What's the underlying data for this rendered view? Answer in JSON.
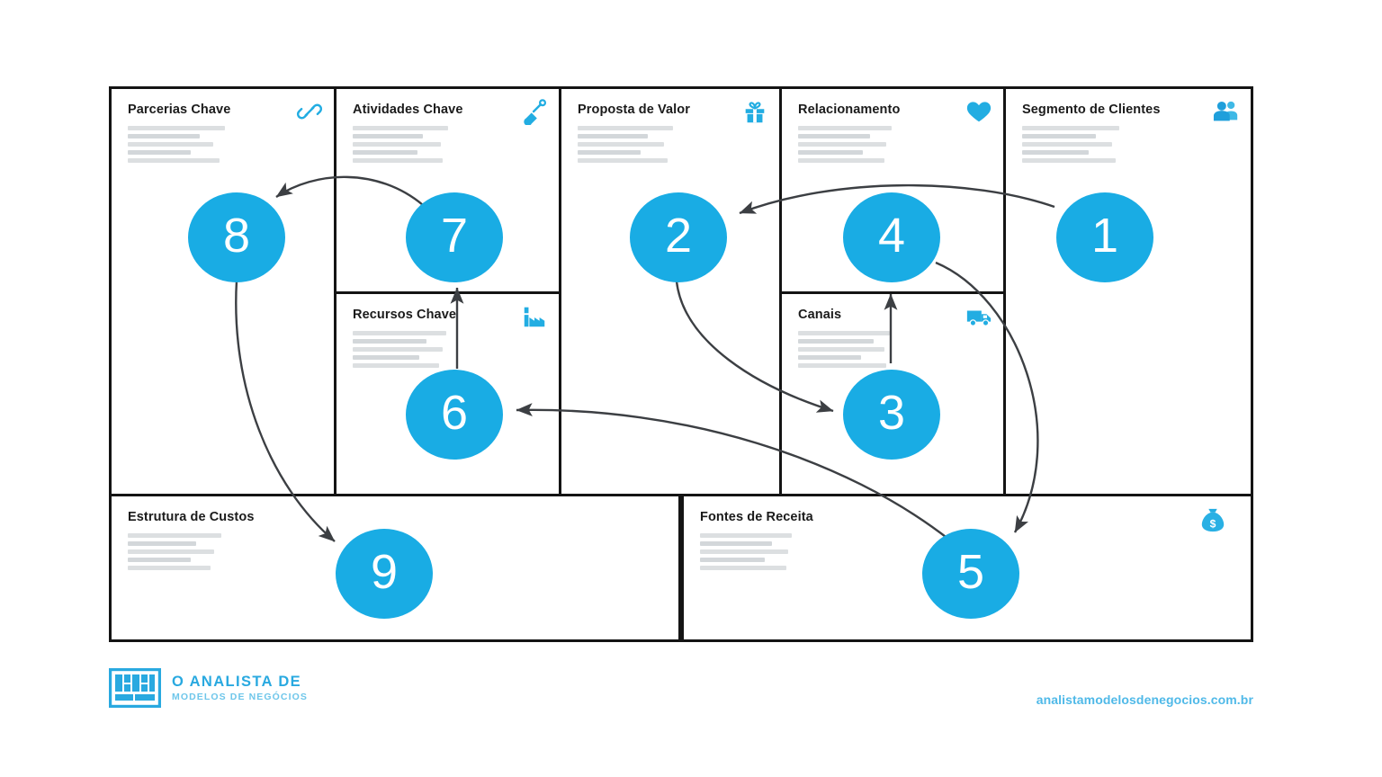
{
  "canvas": {
    "title": "Business Model Canvas",
    "accent_color": "#19ace4",
    "border_color": "#141414",
    "placeholder_color": "#dcdfe1",
    "blocks": [
      {
        "id": "key-partners",
        "title": "Parcerias Chave",
        "icon": "chain-link-icon",
        "number": "8",
        "lines": 5
      },
      {
        "id": "key-activities",
        "title": "Atividades Chave",
        "icon": "shovel-icon",
        "number": "7",
        "lines": 5
      },
      {
        "id": "key-resources",
        "title": "Recursos Chave",
        "icon": "factory-icon",
        "number": "6",
        "lines": 5
      },
      {
        "id": "value-proposition",
        "title": "Proposta de Valor",
        "icon": "gift-icon",
        "number": "2",
        "lines": 5
      },
      {
        "id": "relationships",
        "title": "Relacionamento",
        "icon": "heart-icon",
        "number": "4",
        "lines": 5
      },
      {
        "id": "channels",
        "title": "Canais",
        "icon": "truck-icon",
        "number": "3",
        "lines": 5
      },
      {
        "id": "customer-segments",
        "title": "Segmento de Clientes",
        "icon": "people-icon",
        "number": "1",
        "lines": 5
      },
      {
        "id": "cost-structure",
        "title": "Estrutura de Custos",
        "icon": "price-tag-icon",
        "number": "9",
        "lines": 5
      },
      {
        "id": "revenue-streams",
        "title": "Fontes de Receita",
        "icon": "money-bag-icon",
        "number": "5",
        "lines": 5
      }
    ],
    "sequence": [
      "1",
      "2",
      "3",
      "4",
      "5",
      "6",
      "7",
      "8",
      "9"
    ],
    "flow": [
      {
        "from": "1",
        "to": "2",
        "label": "segmento-de-clientes-para-proposta-de-valor"
      },
      {
        "from": "2",
        "to": "3",
        "label": "proposta-de-valor-para-canais"
      },
      {
        "from": "3",
        "to": "5",
        "label": "canais-para-fontes-de-receita"
      },
      {
        "from": "4",
        "to": "5",
        "label": "relacionamento-para-fontes-de-receita"
      },
      {
        "from": "5",
        "to": "6",
        "label": "fontes-de-receita-para-recursos-chave"
      },
      {
        "from": "6",
        "to": "7",
        "label": "recursos-chave-para-atividades-chave"
      },
      {
        "from": "7",
        "to": "8",
        "label": "atividades-chave-para-parcerias-chave"
      },
      {
        "from": "8",
        "to": "9",
        "label": "parcerias-chave-para-estrutura-de-custos"
      },
      {
        "from": "3",
        "to": "4",
        "label": "canais-para-relacionamento"
      }
    ]
  },
  "footer": {
    "logo_line1": "O ANALISTA DE",
    "logo_line2": "MODELOS DE NEGÓCIOS",
    "logo_icon": "canvas-grid-logo-icon",
    "url": "analistamodelosdenegocios.com.br"
  }
}
